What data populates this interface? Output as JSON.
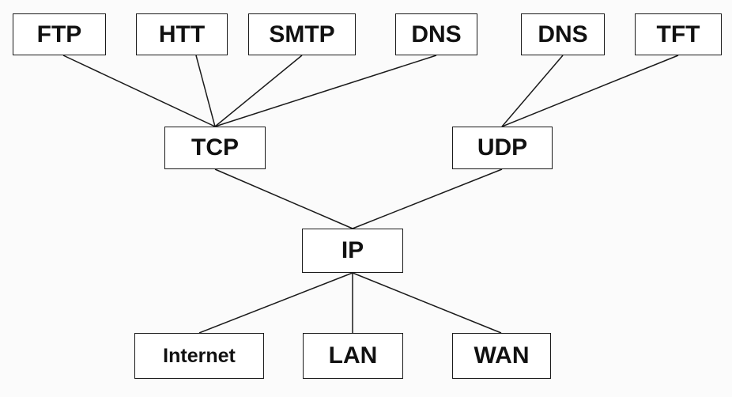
{
  "diagram": {
    "application_layer": {
      "ftp": "FTP",
      "http": "HTT",
      "smtp": "SMTP",
      "dns_tcp": "DNS",
      "dns_udp": "DNS",
      "tftp": "TFT"
    },
    "transport_layer": {
      "tcp": "TCP",
      "udp": "UDP"
    },
    "network_layer": {
      "ip": "IP"
    },
    "link_layer": {
      "internet": "Internet",
      "lan": "LAN",
      "wan": "WAN"
    }
  },
  "colors": {
    "line": "#1a1a1a",
    "box_border": "#1a1a1a",
    "box_fill": "#ffffff",
    "background": "#fbfbfb"
  }
}
